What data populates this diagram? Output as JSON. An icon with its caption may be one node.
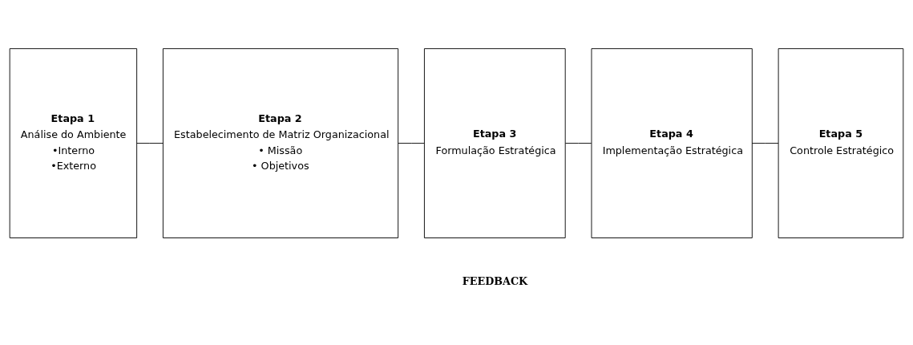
{
  "diagram": {
    "nodes": [
      {
        "text": [
          "Etapa 1",
          "Análise do Ambiente",
          "•Interno",
          "•Externo"
        ]
      },
      {
        "text": [
          "Etapa 2",
          "Estabelecimento de Matriz Organizacional",
          "• Missão",
          "• Objetivos"
        ]
      },
      {
        "text": [
          "Etapa 3",
          "Formulação Estratégica"
        ]
      },
      {
        "text": [
          "Etapa 4",
          "Implementação Estratégica"
        ]
      },
      {
        "text": [
          "Etapa 5",
          "Controle Estratégico"
        ]
      }
    ],
    "edges": [
      {
        "from": 0,
        "to": 1,
        "arrow": "none"
      },
      {
        "from": 1,
        "to": 2,
        "arrow": "none"
      },
      {
        "from": 2,
        "to": 3,
        "arrow": "none"
      },
      {
        "from": 3,
        "to": 4,
        "arrow": "none"
      }
    ],
    "labels": [
      "FEEDBACK"
    ]
  }
}
